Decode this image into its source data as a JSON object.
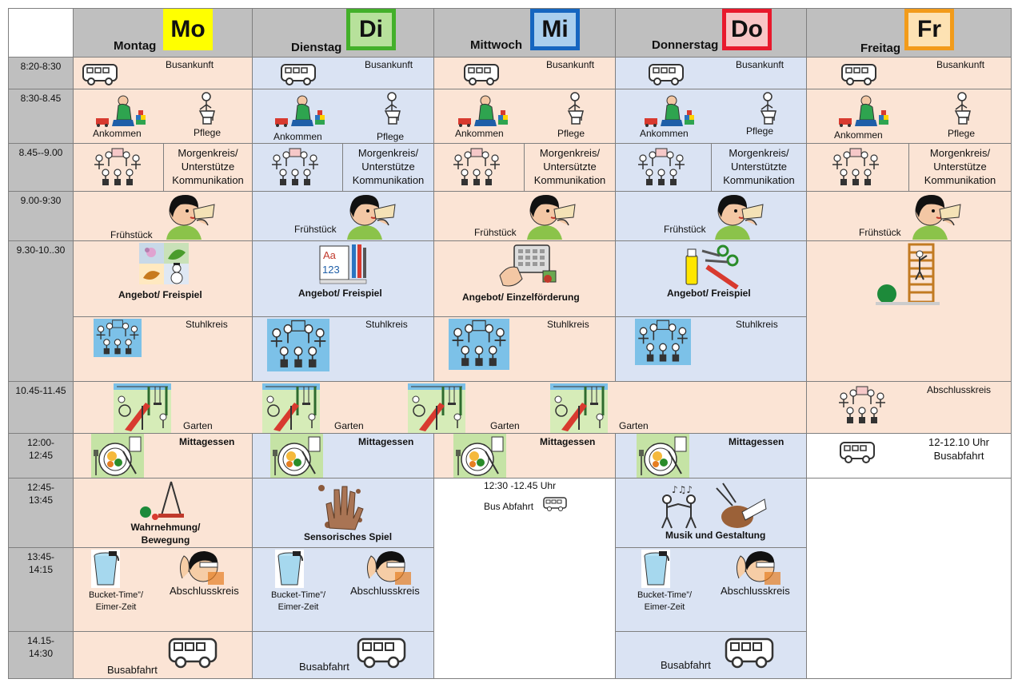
{
  "days": [
    {
      "name": "Montag",
      "abbr": "Mo",
      "color": "#ffff00",
      "inner": "#ffff00"
    },
    {
      "name": "Dienstag",
      "abbr": "Di",
      "color": "#43b02a",
      "inner": "#b7e19b"
    },
    {
      "name": "Mittwoch",
      "abbr": "Mi",
      "color": "#1566c0",
      "inner": "#a9cfee"
    },
    {
      "name": "Donnerstag",
      "abbr": "Do",
      "color": "#e8192c",
      "inner": "#f8c6c6"
    },
    {
      "name": "Freitag",
      "abbr": "Fr",
      "color": "#f29b1a",
      "inner": "#fde2b3"
    }
  ],
  "times": [
    "8:20-8:30",
    "8:30-8.45",
    "8.45--9.00",
    "9.00-9:30",
    "9.30-10..30",
    "10.45-11.45",
    "12:00-\n12:45",
    "12:45-\n13:45",
    "13:45-\n14:15",
    "14.15-\n14:30"
  ],
  "labels": {
    "busankunft": "Busankunft",
    "ankommen": "Ankommen",
    "pflege": "Pflege",
    "morgenkreis": "Morgenkreis/\nUnterstütze\nKommunikation",
    "morgenkreis_do": "Morgenkreis/\nUnterstützte\nKommunikation",
    "morgenkreis_mi": "Morgenkreis/\nUntersützte\nKommunikation",
    "fruehstueck": "Frühstück",
    "angebot_freispiel": "Angebot/ Freispiel",
    "angebot_einzel": "Angebot/ Einzelförderung",
    "stuhlkreis": "Stuhlkreis",
    "garten": "Garten",
    "abschlusskreis": "Abschlusskreis",
    "mittagessen": "Mittagessen",
    "fr_busabfahrt": "12-12.10 Uhr\nBusabfahrt",
    "wahrnehmung": "Wahrnehmung/\nBewegung",
    "sensorisch": "Sensorisches Spiel",
    "mi_bus_time": "12:30 -12.45 Uhr",
    "mi_bus": "Bus Abfahrt",
    "musik": "Musik und Gestaltung",
    "bucket": "Bucket-Time”/\nEimer-Zeit",
    "busabfahrt": "Busabfahrt"
  },
  "icons": [
    "bus-icon",
    "child-playing-icon",
    "toilet-care-icon",
    "circle-group-icon",
    "breakfast-icon",
    "seasons-icon",
    "writing-tools-icon",
    "tablet-touch-icon",
    "craft-tools-icon",
    "climbing-wall-icon",
    "garden-playground-icon",
    "lunch-plate-icon",
    "swing-icon",
    "sensory-hands-icon",
    "music-dance-icon",
    "bucket-icon",
    "listening-icon"
  ]
}
